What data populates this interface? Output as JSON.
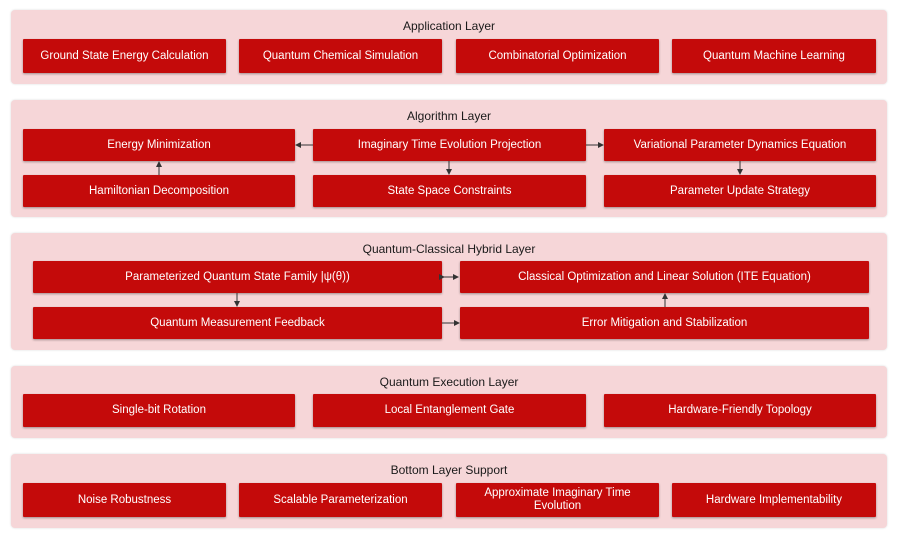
{
  "layers": {
    "application": {
      "title": "Application Layer",
      "boxes": [
        "Ground State Energy Calculation",
        "Quantum Chemical Simulation",
        "Combinatorial Optimization",
        "Quantum Machine Learning"
      ]
    },
    "algorithm": {
      "title": "Algorithm Layer",
      "boxes": [
        "Energy Minimization",
        "Imaginary Time Evolution Projection",
        "Variational Parameter Dynamics Equation",
        "Hamiltonian Decomposition",
        "State Space Constraints",
        "Parameter Update Strategy"
      ]
    },
    "hybrid": {
      "title": "Quantum-Classical Hybrid Layer",
      "boxes": [
        "Parameterized Quantum State Family  |ψ(θ))",
        "Classical Optimization and Linear Solution  (ITE Equation)",
        "Quantum Measurement Feedback",
        "Error Mitigation and Stabilization"
      ]
    },
    "execution": {
      "title": "Quantum Execution Layer",
      "boxes": [
        "Single-bit Rotation",
        "Local Entanglement Gate",
        "Hardware-Friendly Topology"
      ]
    },
    "support": {
      "title": "Bottom Layer Support",
      "boxes": [
        "Noise Robustness",
        "Scalable Parameterization",
        "Approximate Imaginary Time Evolution",
        "Hardware Implementability"
      ]
    }
  },
  "colors": {
    "box": "#c40a0a",
    "layer_bg": "#f6d6d8",
    "arrow": "#333333"
  }
}
